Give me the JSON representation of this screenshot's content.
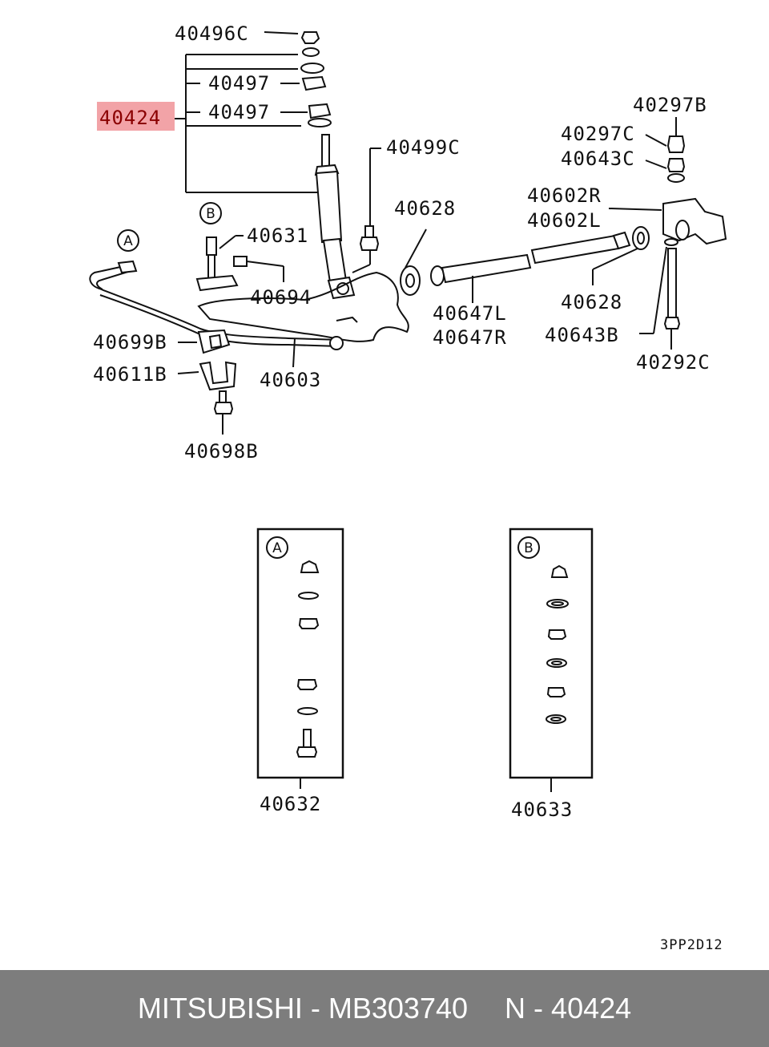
{
  "diagram": {
    "highlighted_part": "40424",
    "labels": {
      "p40496C": "40496C",
      "p40497a": "40497",
      "p40497b": "40497",
      "p40499C": "40499C",
      "p40628a": "40628",
      "p40628b": "40628",
      "p40631": "40631",
      "p40694": "40694",
      "p40297B": "40297B",
      "p40297C": "40297C",
      "p40643C": "40643C",
      "p40602R": "40602R",
      "p40602L": "40602L",
      "p40647L": "40647L",
      "p40647R": "40647R",
      "p40643B": "40643B",
      "p40292C": "40292C",
      "p40699B": "40699B",
      "p40611B": "40611B",
      "p40603": "40603",
      "p40698B": "40698B",
      "p40632": "40632",
      "p40633": "40633"
    },
    "callouts": {
      "a": "A",
      "b": "B"
    },
    "reference_code": "3PP2D12"
  },
  "footer": {
    "brand": "MITSUBISHI",
    "separator": "-",
    "part_number": "MB303740",
    "position_code": "N",
    "position_number": "40424"
  }
}
